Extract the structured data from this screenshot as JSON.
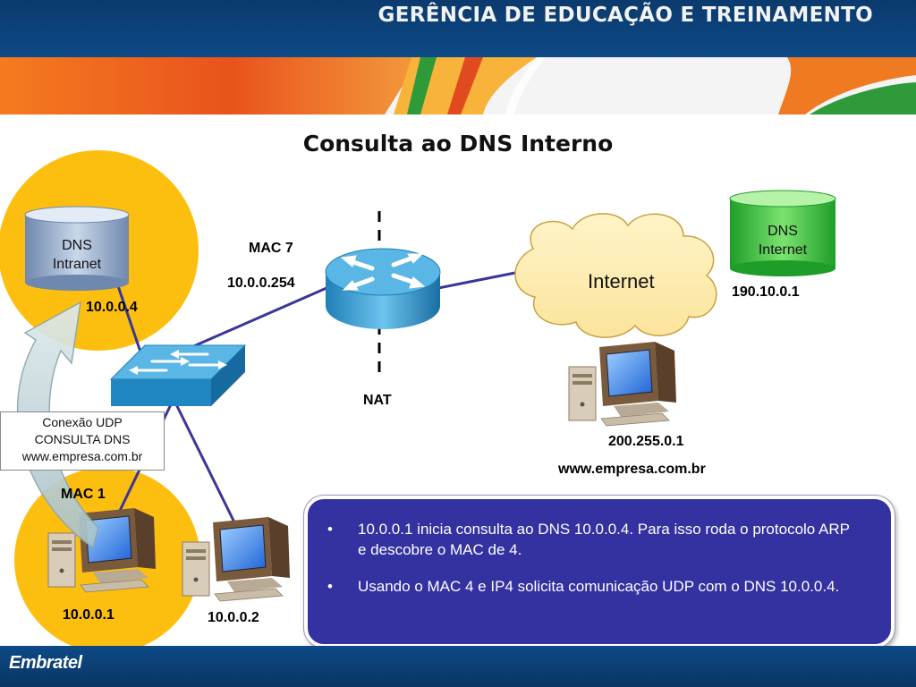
{
  "header": {
    "title": "GERÊNCIA DE EDUCAÇÃO E TREINAMENTO",
    "colors": {
      "bar": "#0d4a86",
      "banner_orange": "#f07a22",
      "banner_green": "#2f9a3a"
    }
  },
  "slide": {
    "title": "Consulta ao DNS Interno"
  },
  "dns_intranet": {
    "label_line1": "DNS",
    "label_line2": "Intranet",
    "ip": "10.0.0.4"
  },
  "router": {
    "mac": "MAC 7",
    "ip": "10.0.0.254",
    "nat_label": "NAT"
  },
  "internet": {
    "label": "Internet"
  },
  "dns_internet": {
    "label_line1": "DNS",
    "label_line2": "Internet",
    "ip": "190.10.0.1"
  },
  "web_server": {
    "ip": "200.255.0.1",
    "host": "www.empresa.com.br"
  },
  "callout": {
    "line1": "Conexão UDP",
    "line2": "CONSULTA  DNS",
    "line3": "www.empresa.com.br"
  },
  "host1": {
    "mac": "MAC 1",
    "ip": "10.0.0.1"
  },
  "host2": {
    "ip": "10.0.0.2"
  },
  "info": {
    "bullets": [
      "10.0.0.1 inicia consulta ao DNS 10.0.0.4. Para isso roda o protocolo ARP e descobre o MAC de 4.",
      "Usando o MAC 4 e IP4 solicita comunicação UDP com o DNS 10.0.0.4."
    ]
  },
  "footer": {
    "logo_text": "Embratel"
  },
  "colors": {
    "zone_fill": "#fdbf0f",
    "link": "#3b3696",
    "infobox_fill": "#3431a0"
  }
}
